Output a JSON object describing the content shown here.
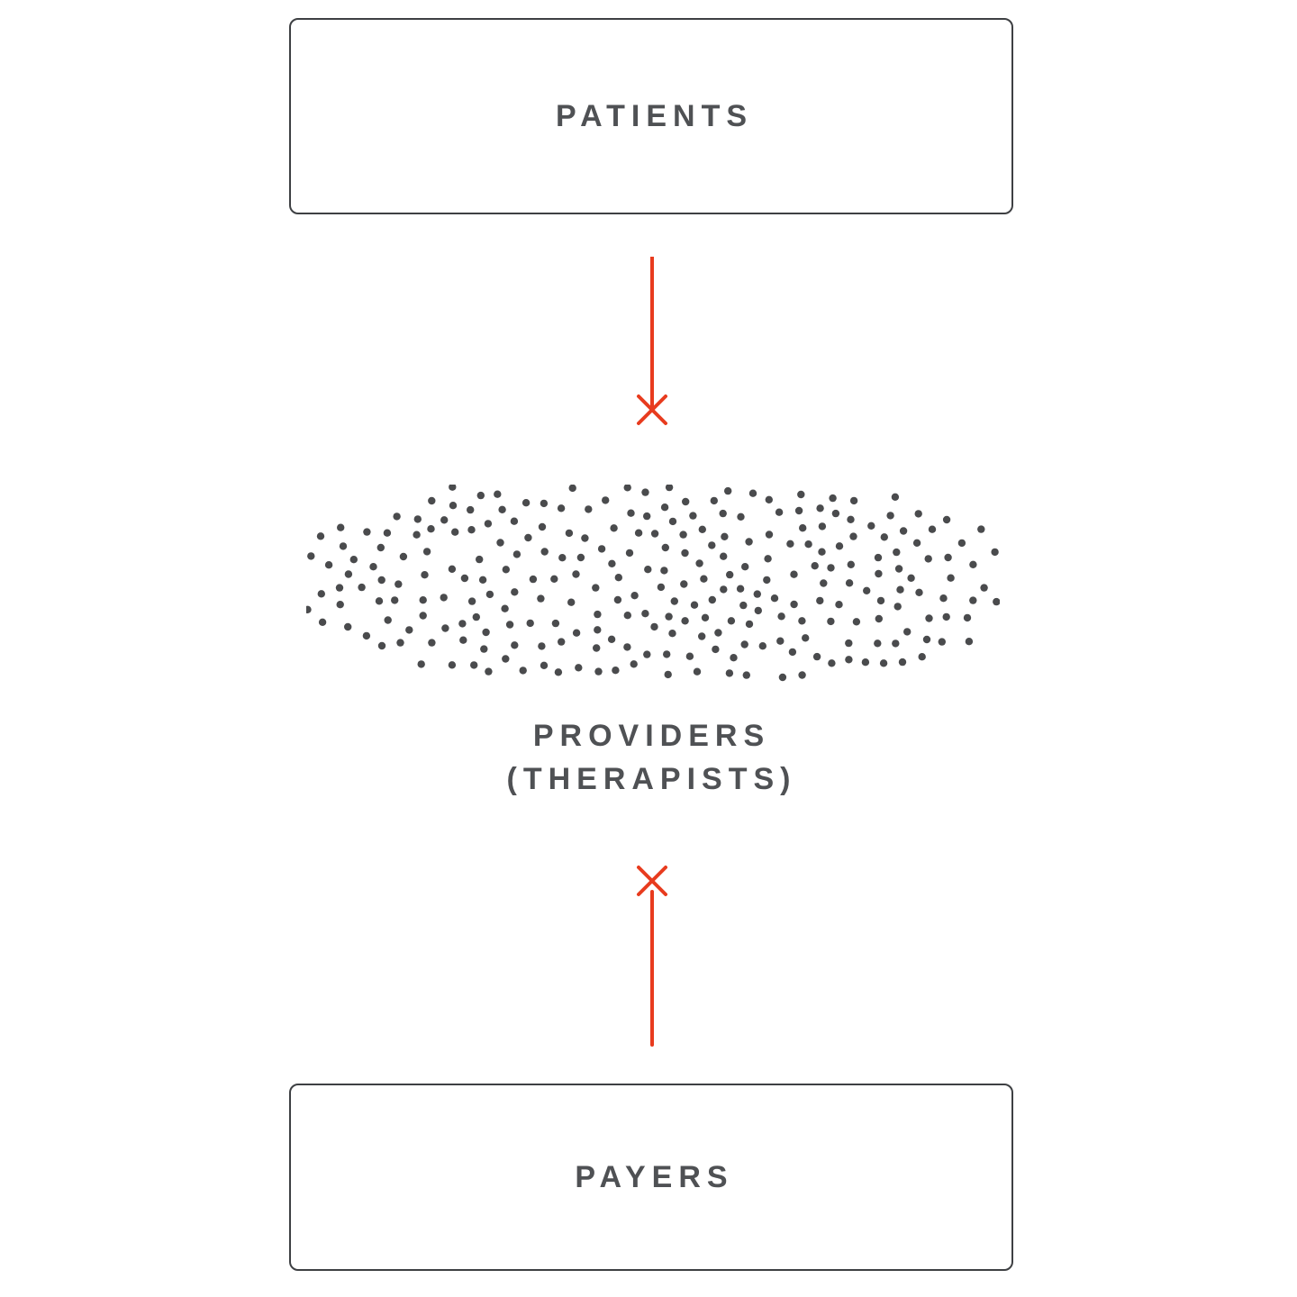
{
  "diagram": {
    "boxes": {
      "patients": {
        "label": "PATIENTS"
      },
      "payers": {
        "label": "PAYERS"
      }
    },
    "providers": {
      "line1": "PROVIDERS",
      "line2": "(THERAPISTS)"
    },
    "arrows": [
      {
        "name": "patients-to-providers",
        "direction": "down",
        "blocked": true
      },
      {
        "name": "payers-to-providers",
        "direction": "up",
        "blocked": true
      }
    ],
    "dots": {
      "count": 265,
      "seed": 11,
      "min_distance": 17,
      "radius": 4.2
    },
    "colors": {
      "accent_red": "#e83b1e",
      "dot": "#4a4b4d",
      "border": "#3e4043",
      "text": "#4f5154"
    }
  }
}
